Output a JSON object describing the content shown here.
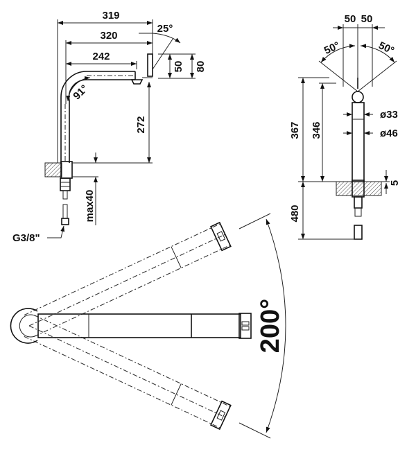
{
  "side_view": {
    "dim_total_reach": "319",
    "dim_spout_reach": "320",
    "dim_handle_offset": "242",
    "angle_handle_tilt": "25°",
    "dim_handle_height": "50",
    "dim_head_height": "80",
    "angle_bend": "91°",
    "dim_outlet_height": "272",
    "dim_max_thickness": "max40",
    "connection_thread": "G3/8\""
  },
  "front_view": {
    "dim_left_offset": "50",
    "dim_right_offset": "50",
    "angle_left": "50°",
    "angle_right": "50°",
    "dim_total_height": "367",
    "dim_outlet_height": "346",
    "diameter_spout": "ø33",
    "diameter_base": "ø46",
    "dim_base_plate": "5",
    "dim_hose_length": "480"
  },
  "top_view": {
    "swivel_angle": "200°"
  },
  "colors": {
    "line": "#222222",
    "background": "#ffffff"
  }
}
